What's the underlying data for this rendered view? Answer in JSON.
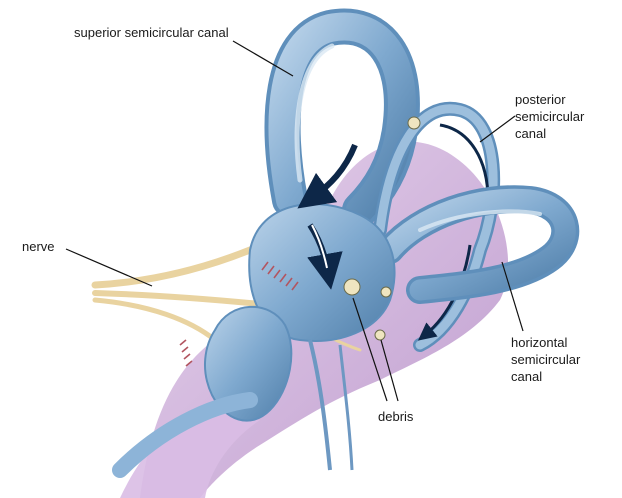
{
  "labels": {
    "superior": "superior semicircular canal",
    "posterior_1": "posterior",
    "posterior_2": "semicircular",
    "posterior_3": "canal",
    "nerve": "nerve",
    "horizontal_1": "horizontal",
    "horizontal_2": "semicircular",
    "horizontal_3": "canal",
    "debris": "debris"
  },
  "colors": {
    "canal_blue": "#7fa9cf",
    "canal_highlight": "#c9dcee",
    "membrane_purple": "#c9a9d6",
    "nerve_tan": "#e9d3a0",
    "arrow_navy": "#0d2748"
  }
}
